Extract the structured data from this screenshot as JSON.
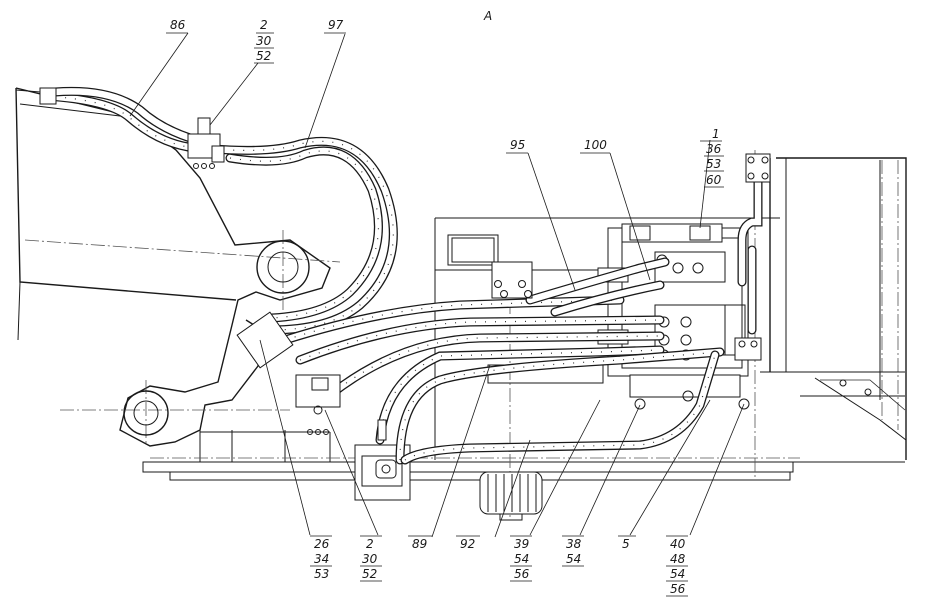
{
  "view_label": "A",
  "callouts": {
    "c86": "86",
    "c2_top": [
      "2",
      "30",
      "52"
    ],
    "c97": "97",
    "c95": "95",
    "c100": "100",
    "c1": [
      "1",
      "36",
      "53",
      "60"
    ],
    "c26": [
      "26",
      "34",
      "53"
    ],
    "c2_bot": [
      "2",
      "30",
      "52"
    ],
    "c89": "89",
    "c92": "92",
    "c39": [
      "39",
      "54",
      "56"
    ],
    "c38": [
      "38",
      "54"
    ],
    "c5": "5",
    "c40": [
      "40",
      "48",
      "54",
      "56"
    ]
  }
}
